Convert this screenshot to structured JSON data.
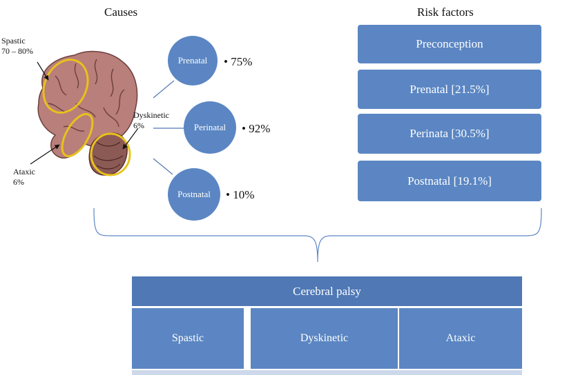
{
  "causes": {
    "heading": "Causes",
    "items": [
      {
        "label": "Prenatal",
        "percent": "75%"
      },
      {
        "label": "Perinatal",
        "percent": "92%"
      },
      {
        "label": "Postnatal",
        "percent": "10%"
      }
    ]
  },
  "brain_labels": {
    "spastic": {
      "name": "Spastic",
      "percent": "70 – 80%"
    },
    "dyskinetic": {
      "name": "Dyskinetic",
      "percent": "6%"
    },
    "ataxic": {
      "name": "Ataxic",
      "percent": "6%"
    }
  },
  "risk_factors": {
    "heading": "Risk factors",
    "items": [
      "Preconception",
      "Prenatal [21.5%]",
      "Perinata [30.5%]",
      "Postnatal [19.1%]"
    ]
  },
  "cerebral_palsy": {
    "title": "Cerebral palsy",
    "types": [
      "Spastic",
      "Dyskinetic",
      "Ataxic"
    ]
  },
  "bullet": "•",
  "colors": {
    "box": "#5b86c3",
    "title_bar": "#4f78b5",
    "highlight": "#e8c21c"
  },
  "icons": {
    "brain": "brain-icon"
  }
}
